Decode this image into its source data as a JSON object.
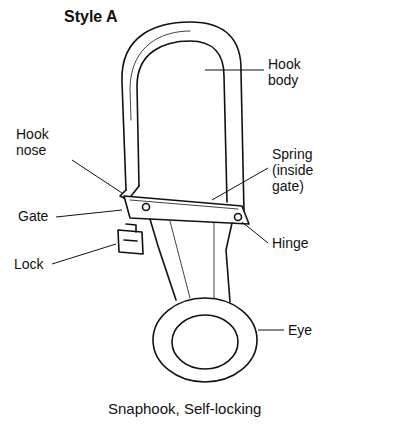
{
  "diagram": {
    "title": "Style A",
    "caption": "Snaphook, Self-locking",
    "labels": [
      "Hook body",
      "Hook nose",
      "Spring (inside gate)",
      "Gate",
      "Lock",
      "Hinge",
      "Eye"
    ]
  }
}
